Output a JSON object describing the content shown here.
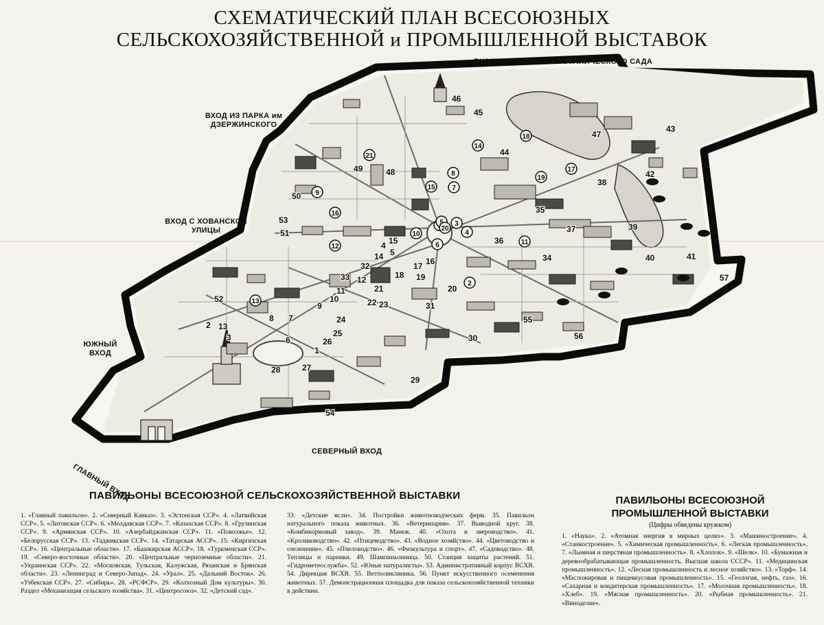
{
  "title": {
    "line1": "СХЕМАТИЧЕСКИЙ ПЛАН ВСЕСОЮЗНЫХ",
    "line2": "СЕЛЬСКОХОЗЯЙСТВЕННОЙ и ПРОМЫШЛЕННОЙ ВЫСТАВОК"
  },
  "entrances": {
    "botanical": "ВХОД ИЗ ГЛАВНОГО БОТАНИЧЕСКОГО САДА",
    "park": "ВХОД ИЗ ПАРКА им ДЗЕРЖИНСКОГО",
    "khovanskaya": "ВХОД С ХОВАНСКОЙ УЛИЦЫ",
    "south": "ЮЖНЫЙ ВХОД",
    "main": "ГЛАВНЫЙ ВХОД",
    "north": "СЕВЕРНЫЙ ВХОД"
  },
  "agricultural": {
    "heading": "ПАВИЛЬОНЫ ВСЕСОЮЗНОЙ СЕЛЬСКОХОЗЯЙСТВЕННОЙ ВЫСТАВКИ",
    "col1": "1. «Главный павильон». 2. «Северный Кавказ». 3. «Эстонская ССР». 4. «Латвийская ССР». 5. «Литовская ССР». 6. «Молдавская ССР». 7. «Казахская ССР». 8. «Грузинская ССР». 9. «Армянская ССР». 10. «Азербайджанская ССР». 11. «Поволжье». 12. «Белорусская ССР». 13. «Таджикская ССР». 14. «Татарская АССР». 15. «Киргизская ССР». 16. «Центральные области». 17. «Башкирская АССР». 18. «Туркменская ССР». 19. «Северо-восточные области». 20. «Центральные черноземные области». 21. «Украинская ССР». 22. «Московская, Тульская, Калужская, Рязанская и Брянская области». 23. «Ленинград и Северо-Запад». 24. «Урал». 25. «Дальний Восток». 26. «Узбекская ССР». 27. «Сибирь». 28. «РСФСР». 29. «Колхозный Дом культуры». 30. Раздел «Механизация сельского хозяйства». 31. «Центросоюз». 32. «Детский сад».",
    "col2": "33. «Детские ясли». 34. Постройки животноводческих ферм. 35. Павильон натурального показа животных. 36. «Ветеринария». 37. Выводной круг. 38. «Комбикормовый завод». 39. Манеж. 40. «Охота и звероводство». 41. «Кролиководство». 42. «Птицеводство». 43. «Водное хозяйство». 44. «Цветоводство и озеленение». 45. «Пчеловодство». 46. «Физкультура и спорт». 47. «Садоводство». 48. Теплицы и парники. 49. Шампиньонница. 50. Станция защиты растений. 51. «Гидрометеослужба». 52. «Юные натуралисты». 53. Административный корпус ВСХВ. 54. Дирекция ВСХВ. 55. Ветполиклиника. 56. Пункт искусственного осеменения животных. 57. Демонстрационная площадка для показа сельскохозяйственной техники в действии."
  },
  "industrial": {
    "heading1": "ПАВИЛЬОНЫ ВСЕСОЮЗНОЙ",
    "heading2": "ПРОМЫШЛЕННОЙ ВЫСТАВКИ",
    "subheading": "(Цифры обведены кружком)",
    "text": "1. «Наука». 2. «Атомная энергия в мирных целях». 3. «Машиностроение». 4. «Станкостроение». 5. «Химическая промышленность». 6. «Легкая промышленность». 7. «Льняная и шерстяная промышленность». 8. «Хлопок». 9. «Шелк». 10. «Бумажная и деревообрабатывающая промышленность. Высшая школа СССР». 11. «Медицинская промышленность». 12. «Лесная промышленность и лесное хозяйство». 13. «Торф». 14. «Масложировая и пищевкусовая промышленность». 15. «Геология, нефть, газ». 16. «Сахарная и кондитерская промышленность». 17. «Молочная промышленность». 18. «Хлеб». 19. «Мясная промышленность». 20. «Рыбная промышленность». 21. «Виноделие»."
  },
  "map": {
    "plain_numbers": [
      "1",
      "2",
      "3",
      "4",
      "5",
      "6",
      "7",
      "8",
      "9",
      "10",
      "11",
      "12",
      "13",
      "14",
      "15",
      "16",
      "17",
      "18",
      "19",
      "20",
      "21",
      "22",
      "23",
      "24",
      "25",
      "26",
      "27",
      "28",
      "29",
      "30",
      "31",
      "32",
      "33",
      "34",
      "35",
      "36",
      "37",
      "38",
      "39",
      "40",
      "41",
      "42",
      "43",
      "44",
      "45",
      "46",
      "47",
      "48",
      "49",
      "50",
      "51",
      "52",
      "53",
      "54",
      "55",
      "56",
      "57"
    ],
    "circled_numbers": [
      "1",
      "2",
      "3",
      "4",
      "5",
      "6",
      "7",
      "8",
      "9",
      "10",
      "11",
      "12",
      "13",
      "14",
      "15",
      "16",
      "17",
      "18",
      "19",
      "20",
      "21"
    ]
  }
}
